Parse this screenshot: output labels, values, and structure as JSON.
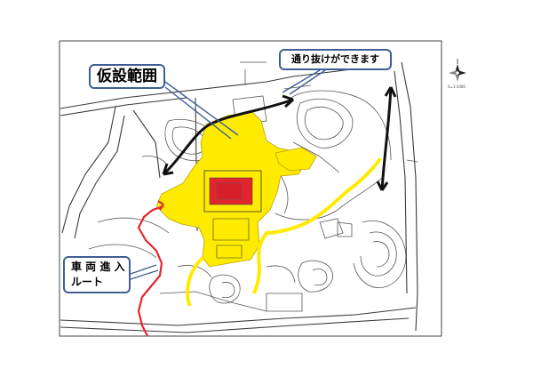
{
  "callouts": {
    "temporary_area": "仮設範囲",
    "pass_through": "通り抜けができます",
    "vehicle_route_line1": "車 両 進 入",
    "vehicle_route_line2": "ルート"
  },
  "map": {
    "scale_text": "S=1:1000"
  },
  "colors": {
    "temporary_area_fill": "#ffeb00",
    "building_fill": "#e3262e",
    "vehicle_route": "#e3262e",
    "pass_arrows": "#111111",
    "callout_border": "#3f5f93",
    "plan_lines": "#333333"
  }
}
